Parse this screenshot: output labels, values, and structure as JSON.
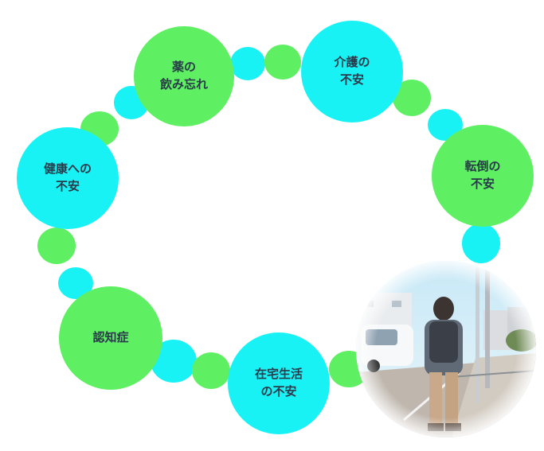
{
  "nodes": {
    "medicine": "薬の\n飲み忘れ",
    "care": "介護の\n不安",
    "fall": "転倒の\n不安",
    "home": "在宅生活\nの不安",
    "dementia": "認知症",
    "health": "健康への\n不安"
  },
  "colors": {
    "green": "#5ef062",
    "cyan": "#19f2f4",
    "text": "#2a3a4a"
  }
}
